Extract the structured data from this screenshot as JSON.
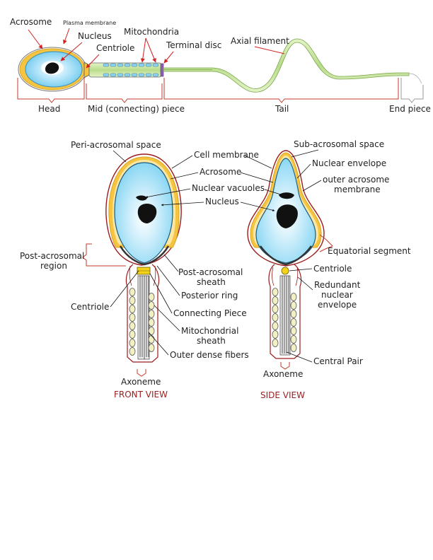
{
  "overview": {
    "acrosome": "Acrosome",
    "plasma_membrane": "Plasma membrane",
    "nucleus": "Nucleus",
    "centriole": "Centriole",
    "mitochondria": "Mitochondria",
    "terminal_disc": "Terminal disc",
    "axial_filament": "Axial filament",
    "head": "Head",
    "mid_piece": "Mid (connecting) piece",
    "tail": "Tail",
    "end_piece": "End piece"
  },
  "front": {
    "peri_acrosomal_space": "Peri-acrosomal space",
    "cell_membrane": "Cell membrane",
    "acrosome": "Acrosome",
    "nuclear_vacuoles": "Nuclear vacuoles",
    "nucleus": "Nucleus",
    "post_acrosomal_region_1": "Post-acrosomal",
    "post_acrosomal_region_2": "region",
    "post_acrosomal_sheath_1": "Post-acrosomal",
    "post_acrosomal_sheath_2": "sheath",
    "posterior_ring": "Posterior ring",
    "centriole": "Centriole",
    "connecting_piece": "Connecting Piece",
    "mitochondrial_sheath_1": "Mitochondrial",
    "mitochondrial_sheath_2": "sheath",
    "outer_dense_fibers": "Outer dense fibers",
    "axoneme": "Axoneme",
    "view_title": "FRONT VIEW"
  },
  "side": {
    "sub_acrosomal_space": "Sub-acrosomal space",
    "nuclear_envelope": "Nuclear envelope",
    "outer_acrosome_membrane_1": "outer acrosome",
    "outer_acrosome_membrane_2": "membrane",
    "equatorial_segment": "Equatorial segment",
    "centriole": "Centriole",
    "redundant_nuclear_envelope_1": "Redundant",
    "redundant_nuclear_envelope_2": "nuclear",
    "redundant_nuclear_envelope_3": "envelope",
    "central_pair": "Central Pair",
    "axoneme": "Axoneme",
    "view_title": "SIDE VIEW"
  },
  "colors": {
    "cytoplasm": "#7fd3f2",
    "acrosome": "#f5c542",
    "chromatin": "#111111",
    "tail": "#c8e6a0",
    "membrane": "#9b1c1c",
    "label_arrow": "#d32020"
  }
}
